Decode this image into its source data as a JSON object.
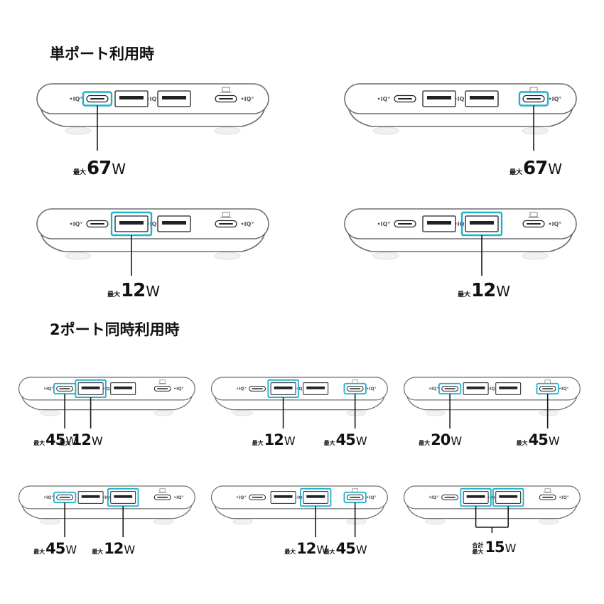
{
  "sections": {
    "single": "単ポート利用時",
    "dual": "2ポート同時利用時"
  },
  "port_label": "IQ",
  "prefix_max": "最大",
  "prefix_total": "合計",
  "unit": "W",
  "colors": {
    "highlight": "#1fb1cc",
    "outline": "#6f6f6f",
    "body_fill": "#ffffff",
    "base_fill": "#f1f1f1",
    "port_dark": "#222222"
  },
  "single_port": [
    {
      "active_port": "usb-c-1",
      "value": "67"
    },
    {
      "active_port": "usb-c-2",
      "value": "67"
    },
    {
      "active_port": "usb-a-1",
      "value": "12"
    },
    {
      "active_port": "usb-a-2",
      "value": "12"
    }
  ],
  "dual_port": [
    {
      "active_ports": [
        "usb-c-1",
        "usb-a-1"
      ],
      "values": [
        "45",
        "12"
      ]
    },
    {
      "active_ports": [
        "usb-a-1",
        "usb-c-2"
      ],
      "values": [
        "12",
        "45"
      ]
    },
    {
      "active_ports": [
        "usb-c-1",
        "usb-c-2"
      ],
      "values": [
        "20",
        "45"
      ]
    },
    {
      "active_ports": [
        "usb-c-1",
        "usb-a-2"
      ],
      "values": [
        "45",
        "12"
      ]
    },
    {
      "active_ports": [
        "usb-a-2",
        "usb-c-2"
      ],
      "values": [
        "12",
        "45"
      ]
    },
    {
      "active_ports": [
        "usb-a-1",
        "usb-a-2"
      ],
      "values": [
        "15"
      ],
      "combined": true
    }
  ]
}
